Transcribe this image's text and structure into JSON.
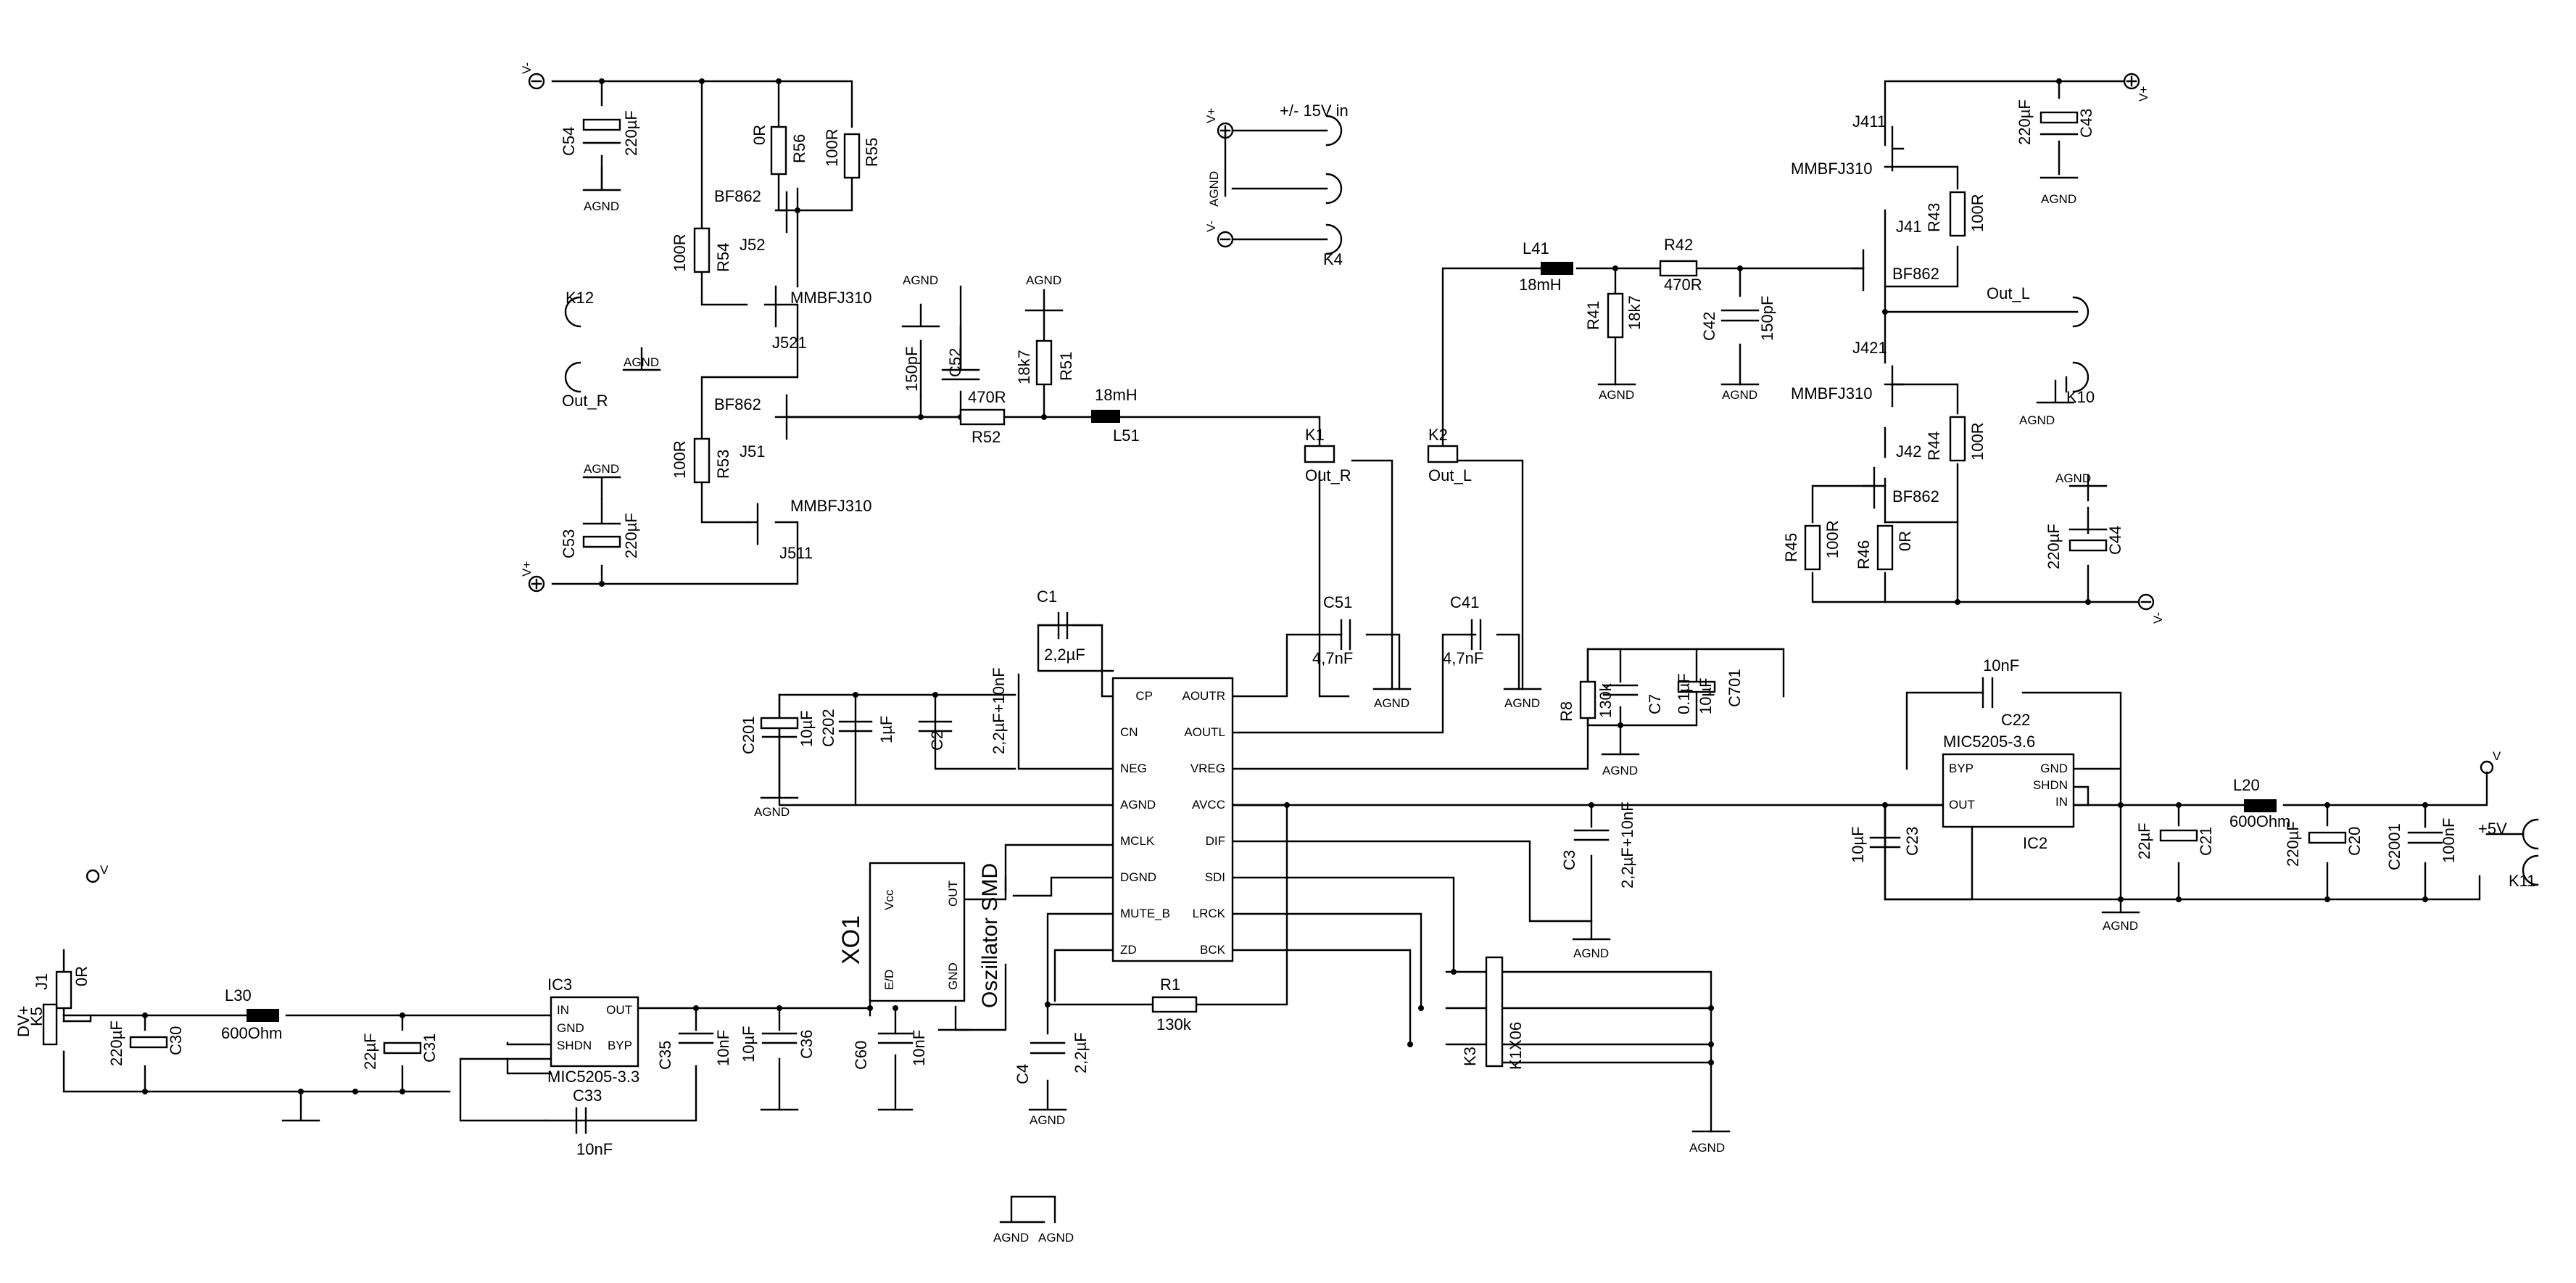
{
  "labels": {
    "C54": "C54",
    "C54v": "220µF",
    "J52": "J52",
    "R54": "R54",
    "R54v": "100R",
    "R56": "R56",
    "R56v": "0R",
    "R55": "R55",
    "R55v": "100R",
    "bf862_r1": "BF862",
    "mmb_r1": "MMBFJ310",
    "J521": "J521",
    "J51": "J51",
    "J511": "J511",
    "bf862_r2": "BF862",
    "mmb_r2": "MMBFJ310",
    "R53": "R53",
    "R53v": "100R",
    "C53": "C53",
    "C53v": "220µF",
    "K12": "K12",
    "Out_R": "Out_R",
    "C52": "C52",
    "C52v": "150pF",
    "R52": "R52",
    "R52v": "470R",
    "R51": "R51",
    "R51v": "18k7",
    "L51": "L51",
    "L51v": "18mH",
    "K1": "K1",
    "K1out": "Out_R",
    "K2": "K2",
    "K2out": "Out_L",
    "K4": "K4",
    "pm15": "+/- 15V in",
    "L41": "L41",
    "L41v": "18mH",
    "R42": "R42",
    "R42v": "470R",
    "R41": "R41",
    "R41v": "18k7",
    "C42": "C42",
    "C42v": "150pF",
    "J411": "J411",
    "mmb_l1": "MMBFJ310",
    "J41": "J41",
    "bf862_l1": "BF862",
    "R43": "R43",
    "R43v": "100R",
    "C43": "C43",
    "C43v": "220µF",
    "Out_L": "Out_L",
    "J421": "J421",
    "mmb_l2": "MMBFJ310",
    "J42": "J42",
    "bf862_l2": "BF862",
    "R44": "R44",
    "R44v": "100R",
    "K10": "K10",
    "R45": "R45",
    "R45v": "100R",
    "R46": "R46",
    "R46v": "0R",
    "C44": "C44",
    "C44v": "220µF",
    "C1": "C1",
    "C1v": "2,2µF",
    "C51": "C51",
    "C51v": "4,7nF",
    "C41": "C41",
    "C41v": "4,7nF",
    "R8": "R8",
    "R8v": "130k",
    "C7": "C7",
    "C7v": "0.1µF",
    "C701": "C701",
    "C701v": "10µF",
    "C201": "C201",
    "C201v": "10µF",
    "C202": "C202",
    "C202v": "1µF",
    "C2": "C2",
    "C2v": "2,2µF+10nF",
    "pin_CP": "CP",
    "pin_CN": "CN",
    "pin_NEG": "NEG",
    "pin_AGND": "AGND",
    "pin_MCLK": "MCLK",
    "pin_DGND": "DGND",
    "pin_MUTE": "MUTE_B",
    "pin_ZD": "ZD",
    "pin_AOUTR": "AOUTR",
    "pin_AOUTL": "AOUTL",
    "pin_VREG": "VREG",
    "pin_AVCC": "AVCC",
    "pin_DIF": "DIF",
    "pin_SDI": "SDI",
    "pin_LRCK": "LRCK",
    "pin_BCK": "BCK",
    "C3": "C3",
    "C3v": "2,2µF+10nF",
    "R1": "R1",
    "R1v": "130k",
    "C4": "C4",
    "C4v": "2,2µF",
    "XO1": "XO1",
    "osc": "Oszillator SMD",
    "osc_vcc": "Vcc",
    "osc_out": "OUT",
    "osc_ed": "E/D",
    "osc_gnd": "GND",
    "C60": "C60",
    "C60v": "10nF",
    "K3": "K3",
    "K3v": "K1X06",
    "C22": "C22",
    "C22v": "10nF",
    "IC2v": "MIC5205-3.6",
    "IC2": "IC2",
    "ic2_byp": "BYP",
    "ic2_gnd": "GND",
    "ic2_shdn": "SHDN",
    "ic2_in": "IN",
    "ic2_out": "OUT",
    "C23": "C23",
    "C23v": "10µF",
    "C21": "C21",
    "C21v": "22µF",
    "L20": "L20",
    "L20v": "600Ohm",
    "C20": "C20",
    "C20v": "220µF",
    "C2001": "C2001",
    "C2001v": "100nF",
    "p5v": "+5V",
    "K11": "K11",
    "J1": "J1",
    "J1v": "0R",
    "K5": "K5",
    "DVp": "DV+",
    "C30": "C30",
    "C30v": "220µF",
    "L30": "L30",
    "L30v": "600Ohm",
    "C31": "C31",
    "C31v": "22µF",
    "IC3": "IC3",
    "IC3v": "MIC5205-3.3",
    "ic3_in": "IN",
    "ic3_out": "OUT",
    "ic3_gnd": "GND",
    "ic3_shdn": "SHDN",
    "ic3_byp": "BYP",
    "C33": "C33",
    "C33v": "10nF",
    "C35": "C35",
    "C35v": "10nF",
    "C36": "C36",
    "C36v": "10µF",
    "agnd": "AGND",
    "vplus": "V+",
    "vminus": "V-",
    "v": "V",
    "plus": "+"
  }
}
